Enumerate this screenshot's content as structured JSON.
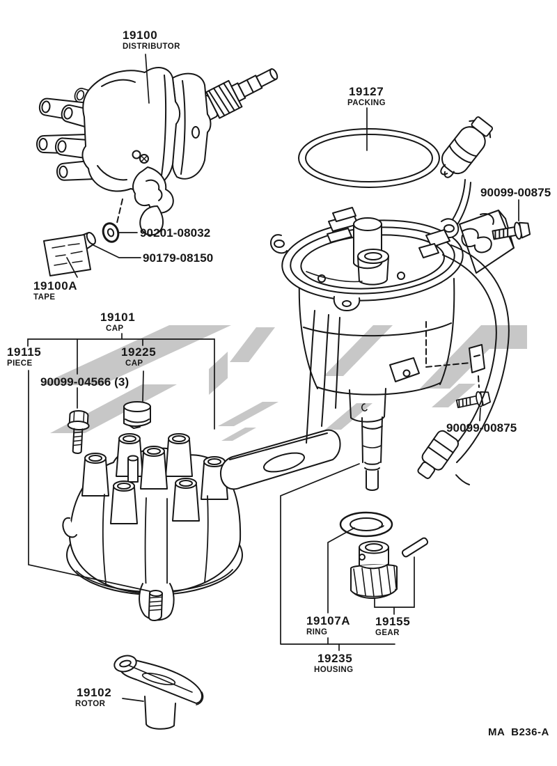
{
  "diagram": {
    "type": "parts-catalog-exploded-view",
    "subject": "distributor assembly",
    "line_color": "#161616",
    "watermark_color": "#c7c7c7",
    "background_color": "#ffffff"
  },
  "labels": {
    "distributor": {
      "number": "19100",
      "name": "DISTRIBUTOR"
    },
    "packing": {
      "number": "19127",
      "name": "PACKING"
    },
    "bolt_upper": {
      "number": "90099-00875"
    },
    "washer": {
      "number": "90201-08032"
    },
    "nut": {
      "number": "90179-08150"
    },
    "tape": {
      "number": "19100A",
      "name": "TAPE"
    },
    "cap": {
      "number": "19101",
      "name": "CAP"
    },
    "piece": {
      "number": "19115",
      "name": "PIECE"
    },
    "inner_cap": {
      "number": "19225",
      "name": "CAP"
    },
    "screw": {
      "number": "90099-04566 (3)"
    },
    "bolt_lower": {
      "number": "90099-00875"
    },
    "ring": {
      "number": "19107A",
      "name": "RING"
    },
    "gear": {
      "number": "19155",
      "name": "GEAR"
    },
    "housing": {
      "number": "19235",
      "name": "HOUSING"
    },
    "rotor": {
      "number": "19102",
      "name": "ROTOR"
    }
  },
  "footer": {
    "code": "MA  B236-A"
  }
}
